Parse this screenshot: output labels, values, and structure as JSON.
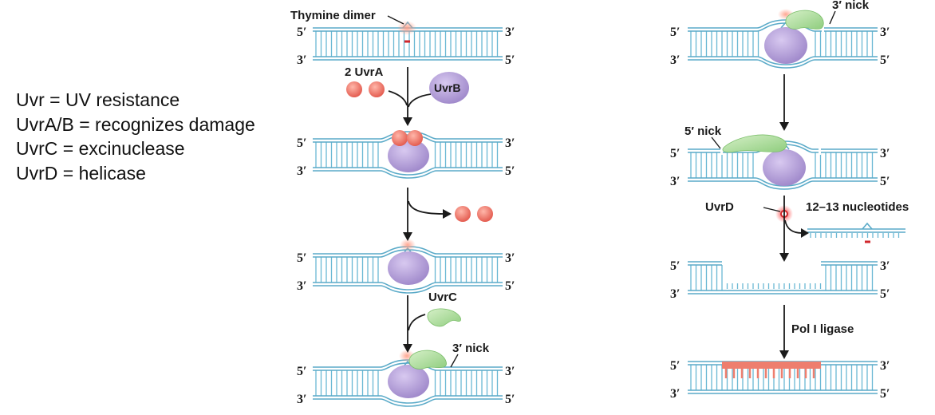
{
  "legend": [
    "Uvr = UV resistance",
    "UvrA/B = recognizes damage",
    "UvrC = excinuclease",
    "UvrD = helicase"
  ],
  "labels": {
    "thymine_dimer": "Thymine dimer",
    "two_uvra": "2 UvrA",
    "uvrb": "UvrB",
    "uvrc": "UvrC",
    "nick_3_left": "3′ nick",
    "nick_3_right": "3′ nick",
    "nick_5": "5′ nick",
    "uvrd": "UvrD",
    "nucleotides": "12–13 nucleotides",
    "pol_ligase": "Pol I ligase"
  },
  "strand_ends": {
    "five": "5′",
    "three": "3′"
  },
  "colors": {
    "dna_strand": "#5aaac8",
    "dna_fill": "#d6eef8",
    "uvrb": "#b9a4dd",
    "uvra": "#ef7e70",
    "uvrc": "#a8d89a",
    "lesion": "#d0262b",
    "new_dna": "#ee7e6e"
  }
}
